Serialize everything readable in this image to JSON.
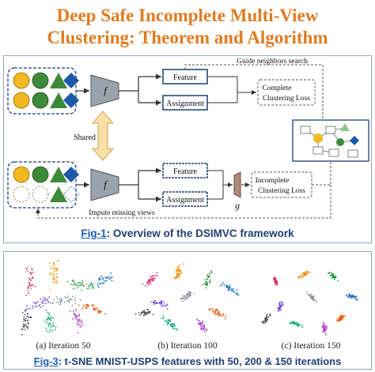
{
  "title": {
    "line1": "Deep Safe Incomplete Multi-View",
    "line2": "Clustering: Theorem and Algorithm"
  },
  "diagram": {
    "guide_label": "Guide neighbors search",
    "shared_label": "Shared",
    "impute_label": "Impute missing views",
    "encoder_label": "f",
    "projector_label": "g",
    "feature_label": "Feature",
    "assignment_label": "Assignment",
    "complete_loss_line1": "Complete",
    "complete_loss_line2": "Clustering Loss",
    "incomplete_loss_line1": "Incomplete",
    "incomplete_loss_line2": "Clustering Loss"
  },
  "fig1": {
    "label": "Fig-1",
    "text": ": Overview of the DSIMVC framework"
  },
  "fig3": {
    "label": "Fig-3",
    "text": ": t-SNE MNIST-USPS features with 50, 200 & 150 iterations",
    "subcaptions": [
      "(a) Iteration 50",
      "(b) Iteration 100",
      "(c) Iteration 150"
    ]
  },
  "colors": {
    "title": "#e07b22",
    "caption": "#1f3e73",
    "caption_label": "#1a5fb4",
    "shape_yellow": "#f2b820",
    "shape_green": "#3d8a3a",
    "shape_blue": "#1e5aa8",
    "box_border": "#1e3f73"
  }
}
